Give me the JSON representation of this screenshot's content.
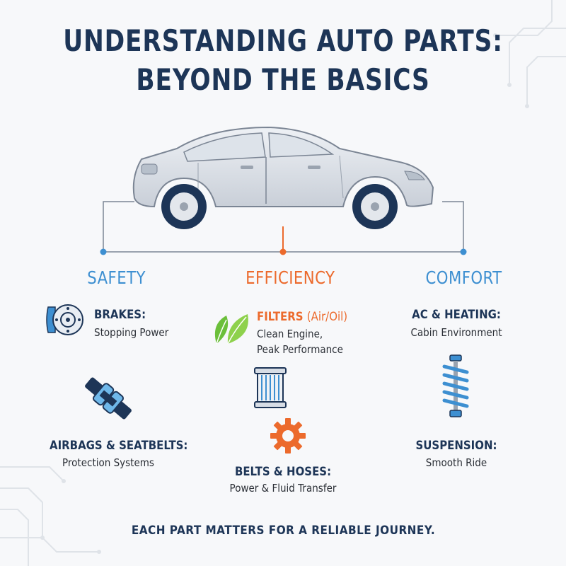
{
  "title": {
    "line1": "UNDERSTANDING AUTO PARTS:",
    "line2": "BEYOND THE BASICS"
  },
  "colors": {
    "navy": "#1d3557",
    "blue": "#3d8fd1",
    "orange": "#ec6a2c",
    "green": "#6bbf3a"
  },
  "columns": {
    "safety": {
      "heading": "SAFETY",
      "items": [
        {
          "title": "BRAKES:",
          "desc": "Stopping Power",
          "icon": "brake-disc-icon"
        },
        {
          "title": "AIRBAGS & SEATBELTS:",
          "desc": "Protection Systems",
          "icon": "seatbelt-icon"
        }
      ]
    },
    "efficiency": {
      "heading": "EFFICIENCY",
      "items": [
        {
          "title": "FILTERS",
          "title_suffix": "(Air/Oil)",
          "desc1": "Clean Engine,",
          "desc2": "Peak Performance",
          "icon": "leaf-icon"
        },
        {
          "title": "BELTS & HOSES:",
          "desc": "Power & Fluid Transfer",
          "icon": "gear-icon",
          "extra_icon": "air-filter-icon"
        }
      ]
    },
    "comfort": {
      "heading": "COMFORT",
      "items": [
        {
          "title": "AC & HEATING:",
          "desc": "Cabin Environment"
        },
        {
          "title": "SUSPENSION:",
          "desc": "Smooth Ride",
          "icon": "coil-spring-icon"
        }
      ]
    }
  },
  "footer": "EACH PART MATTERS FOR A RELIABLE JOURNEY."
}
